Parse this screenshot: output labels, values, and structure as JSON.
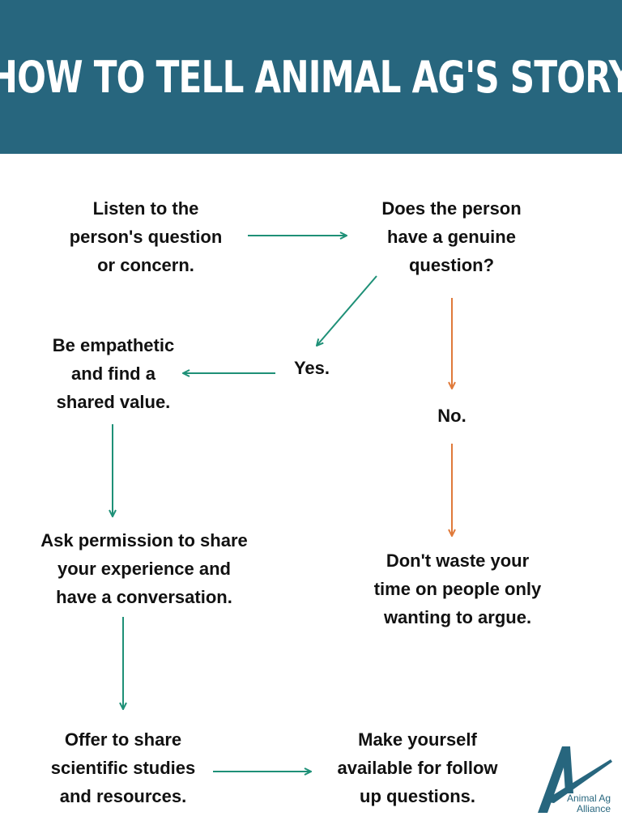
{
  "title": "HOW TO TELL ANIMAL AG'S STORY",
  "colors": {
    "header_bg": "#27667e",
    "green_arrow": "#1e9077",
    "orange_arrow": "#e07a3a"
  },
  "nodes": {
    "listen": "Listen to the\nperson's question\nor concern.",
    "genuine": "Does the person\nhave a genuine\nquestion?",
    "yes": "Yes.",
    "no": "No.",
    "empathetic": "Be empathetic\nand find a\nshared value.",
    "permission": "Ask permission to share\nyour experience and\nhave a conversation.",
    "dont_waste": "Don't waste your\ntime on people only\nwanting to argue.",
    "offer": "Offer to share\nscientific studies\nand resources.",
    "available": "Make yourself\navailable for follow\nup questions."
  },
  "logo": {
    "line1": "Animal Ag",
    "line2": "Alliance"
  }
}
